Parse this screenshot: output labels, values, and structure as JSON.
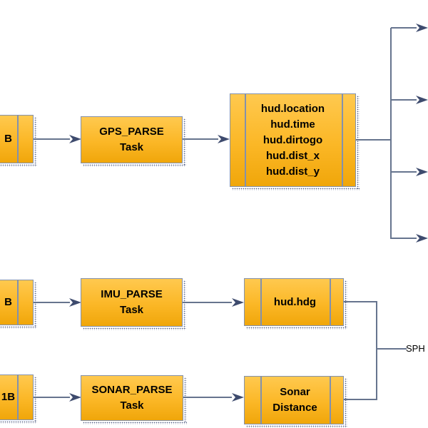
{
  "colors": {
    "block_top": "#FFC94F",
    "block_bottom": "#F0A60A",
    "blk_border": "#8391AC",
    "line": "#66748E",
    "arrow": "#3E4B6E",
    "shadow": "#4A5880"
  },
  "rows": {
    "gps": {
      "mailbox_visible_label": "B",
      "task_line1": "GPS_PARSE",
      "task_line2": "Task",
      "signals": [
        "hud.location",
        "hud.time",
        "hud.dirtogo",
        "hud.dist_x",
        "hud.dist_y"
      ]
    },
    "imu": {
      "mailbox_visible_label": "B",
      "task_line1": "IMU_PARSE",
      "task_line2": "Task",
      "signal": "hud.hdg"
    },
    "sonar": {
      "mailbox_visible_label": "1B",
      "task_line1": "SONAR_PARSE",
      "task_line2": "Task",
      "signal_line1": "Sonar",
      "signal_line2": "Distance"
    }
  },
  "labels": {
    "output": "SPH"
  }
}
